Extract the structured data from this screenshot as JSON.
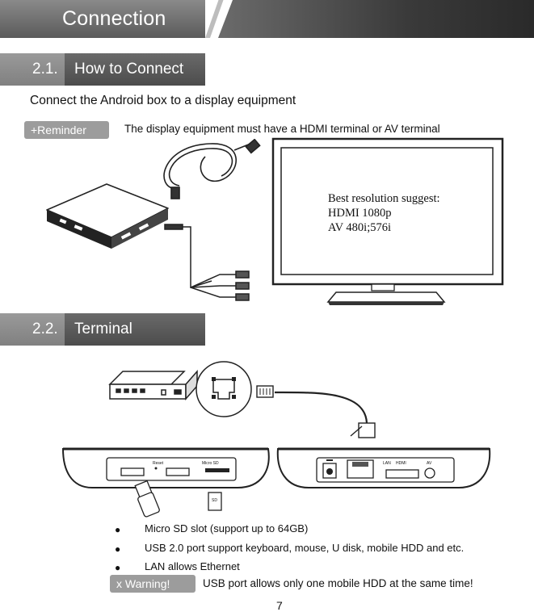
{
  "header": {
    "title": "Connection"
  },
  "section1": {
    "number": "2.1.",
    "title": "How to Connect",
    "subtitle": "Connect the Android box to a display equipment",
    "reminder_label": "+Reminder",
    "reminder_text": "The display equipment must have a HDMI terminal or AV terminal",
    "tv_screen_lines": [
      "Best resolution suggest:",
      "HDMI 1080p",
      "AV 480i;576i"
    ]
  },
  "section2": {
    "number": "2.2.",
    "title": "Terminal",
    "port_labels": {
      "reset": "Reset",
      "micro_sd": "Micro SD",
      "sd_card": "SD",
      "lan": "LAN",
      "hdmi": "HDMI",
      "av": "AV"
    },
    "bullets": [
      "Micro SD slot (support up to 64GB)",
      "USB 2.0 port support keyboard, mouse, U disk, mobile HDD and etc.",
      "LAN allows Ethernet"
    ],
    "warning_label": "x Warning!",
    "warning_text": "USB port allows only one mobile HDD at the same time!"
  },
  "footer": {
    "page_number": "7"
  },
  "colors": {
    "header_dark": "#3a3a3a",
    "section_label": "#555555",
    "pill_gray": "#9c9c9c"
  }
}
